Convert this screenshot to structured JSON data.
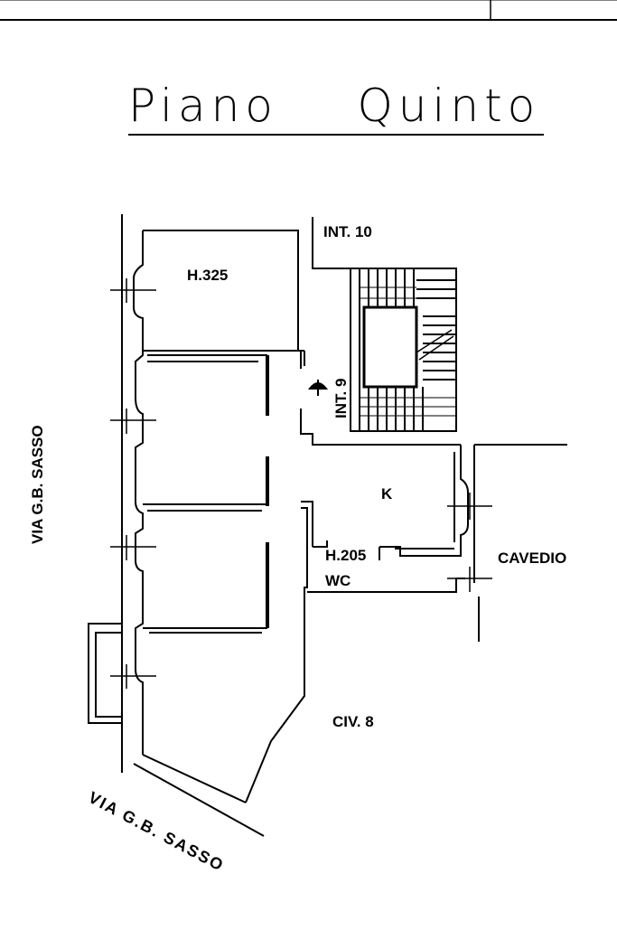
{
  "title": "Piano    Quinto",
  "labels": {
    "street_vertical": "VIA G.B. SASSO",
    "street_diagonal": "VIA G.B. SASSO",
    "int10": "INT. 10",
    "int9": "INT. 9",
    "height_room": "H.325",
    "kitchen": "K",
    "height_wc": "H.205",
    "wc": "WC",
    "cavedio": "CAVEDIO",
    "civ": "CIV. 8"
  }
}
